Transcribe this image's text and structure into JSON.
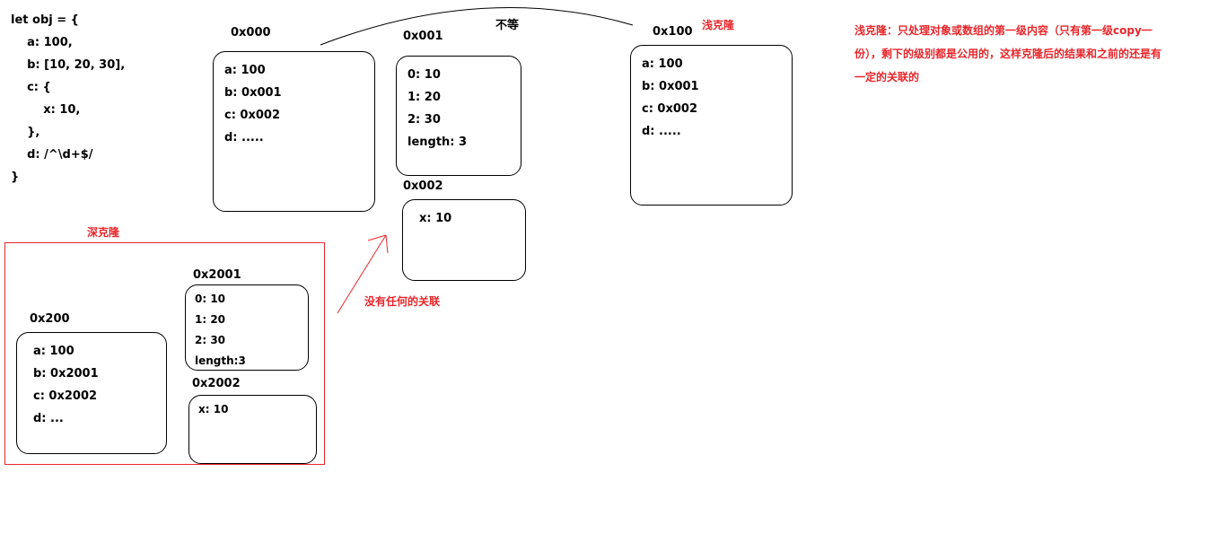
{
  "code": {
    "lines": [
      "let obj = {",
      "    a: 100,",
      "    b: [10, 20, 30],",
      "    c: {",
      "        x: 10,",
      "    },",
      "    d: /^\\d+$/",
      "}"
    ]
  },
  "original": {
    "obj_addr": "0x000",
    "obj_rows": [
      "a: 100",
      "b: 0x001",
      "c: 0x002",
      "d: ....."
    ],
    "arr_addr": "0x001",
    "arr_rows": [
      "0: 10",
      "1: 20",
      "2: 30",
      "length: 3"
    ],
    "inner_addr": "0x002",
    "inner_rows": [
      "x: 10"
    ]
  },
  "not_equal_label": "不等",
  "shallow": {
    "label": "浅克隆",
    "addr": "0x100",
    "rows": [
      "a: 100",
      "b: 0x001",
      "c: 0x002",
      "d: ....."
    ],
    "note": "浅克隆：只处理对象或数组的第一级内容（只有第一级copy一份），剩下的级别都是公用的，这样克隆后的结果和之前的还是有一定的关联的"
  },
  "deep": {
    "label": "深克隆",
    "obj_addr": "0x200",
    "obj_rows": [
      "a: 100",
      "b: 0x2001",
      "c: 0x2002",
      "d: ..."
    ],
    "arr_addr": "0x2001",
    "arr_rows": [
      "0: 10",
      "1: 20",
      "2: 30",
      "length:3"
    ],
    "inner_addr": "0x2002",
    "inner_rows": [
      "x: 10"
    ],
    "no_relation": "没有任何的关联"
  },
  "colors": {
    "accent_red": "#e8262b",
    "stroke": "#000000"
  }
}
